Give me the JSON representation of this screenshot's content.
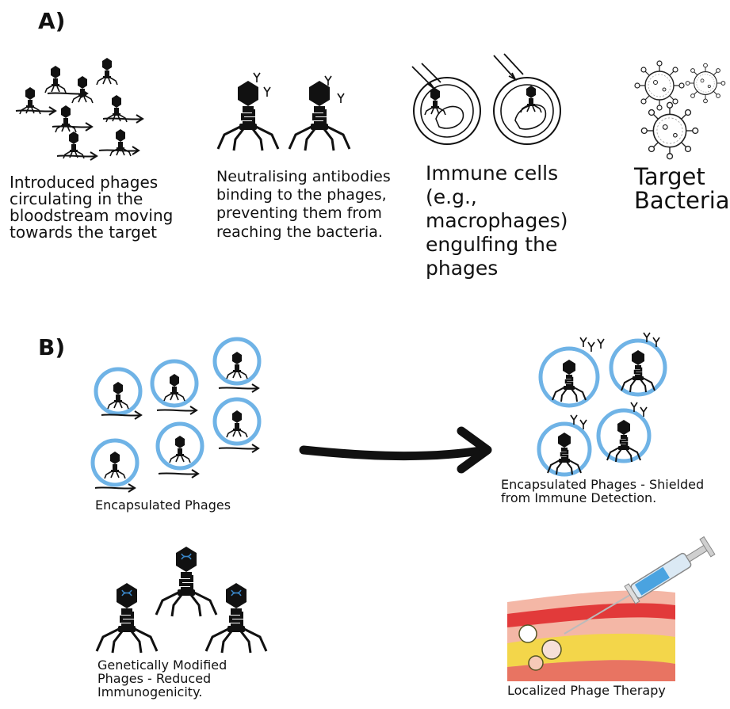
{
  "panels": {
    "a": "A)",
    "b": "B)"
  },
  "section_a": {
    "circulating": "Introduced phages circulating in the bloodstream moving towards the target",
    "antibodies": "Neutralising antibodies binding to the phages, preventing them from reaching the bacteria.",
    "immune": "Immune cells (e.g., macrophages) engulfing the phages",
    "bacteria": "Target Bacteria"
  },
  "section_b": {
    "encapsulated": "Encapsulated Phages",
    "shielded": "Encapsulated Phages - Shielded from Immune Detection.",
    "modified": "Genetically Modified Phages - Reduced Immunogenicity.",
    "localized": "Localized Phage Therapy"
  },
  "colors": {
    "capsule": "#6fb3e6",
    "dna": "#3a86c8",
    "tissue": "#f4b7a6",
    "fat": "#f3d64a",
    "vessel": "#e23a3a"
  }
}
